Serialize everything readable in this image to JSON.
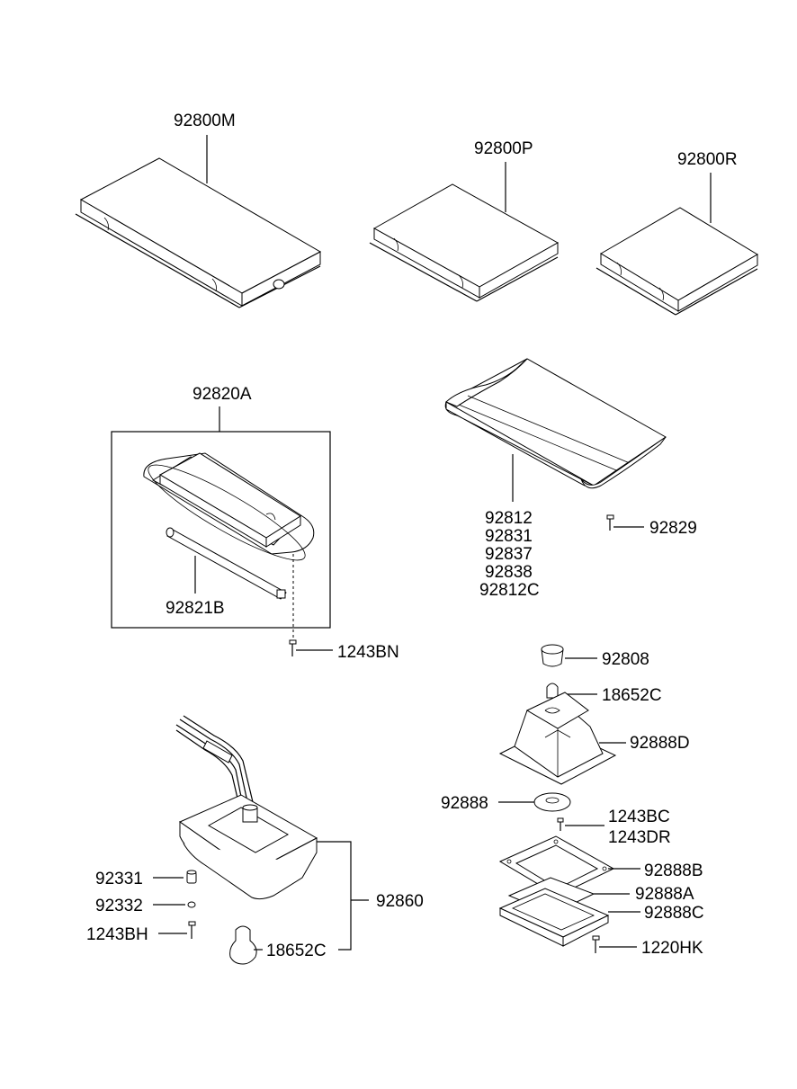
{
  "labels": {
    "p92800M": "92800M",
    "p92800P": "92800P",
    "p92800R": "92800R",
    "p92820A": "92820A",
    "p92821B": "92821B",
    "p1243BN": "1243BN",
    "p92812": "92812",
    "p92831": "92831",
    "p92837": "92837",
    "p92838": "92838",
    "p92812C": "92812C",
    "p92829": "92829",
    "p92808": "92808",
    "p18652C_r": "18652C",
    "p92888D": "92888D",
    "p92888": "92888",
    "p1243BC": "1243BC",
    "p1243DR": "1243DR",
    "p92888B": "92888B",
    "p92888A": "92888A",
    "p92888C": "92888C",
    "p1220HK": "1220HK",
    "p92331": "92331",
    "p92332": "92332",
    "p1243BH": "1243BH",
    "p92860": "92860",
    "p18652C_l": "18652C"
  }
}
